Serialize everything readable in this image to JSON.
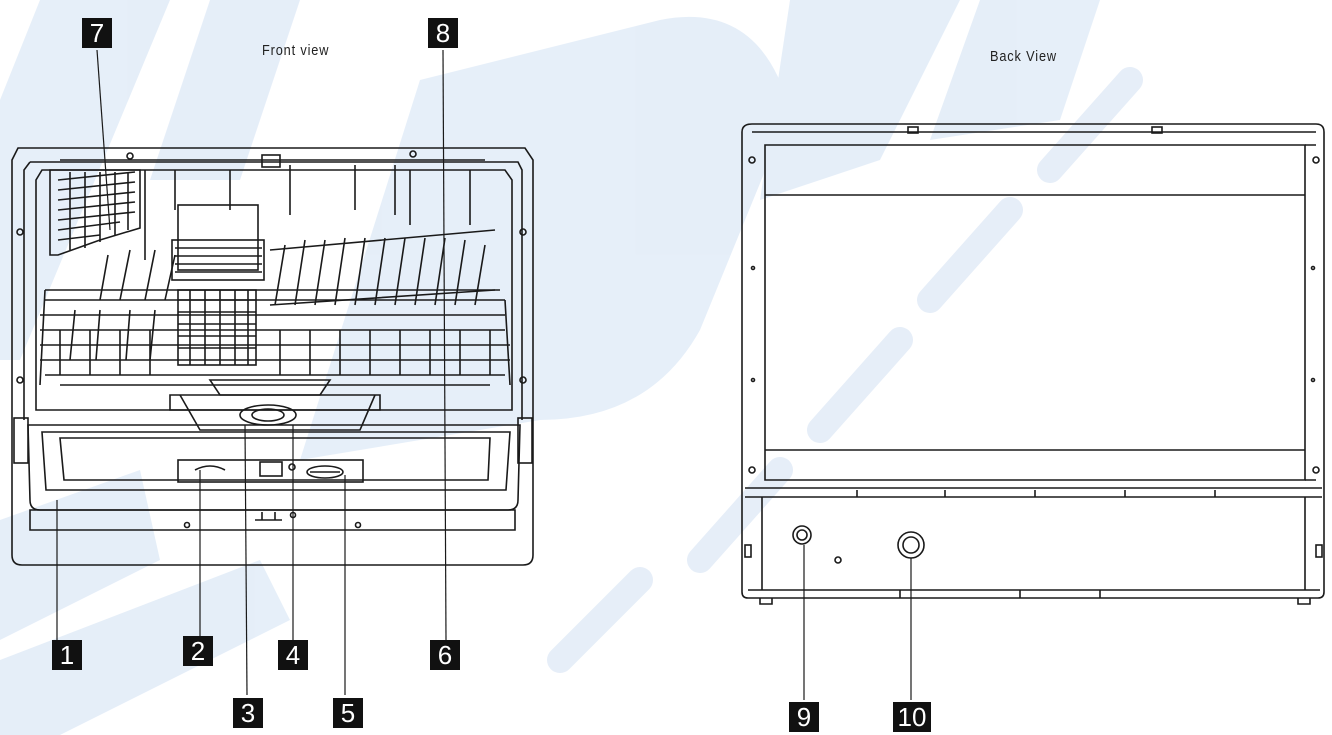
{
  "captions": {
    "front": "Front view",
    "back": "Back  View"
  },
  "callouts": {
    "n1": "1",
    "n2": "2",
    "n3": "3",
    "n4": "4",
    "n5": "5",
    "n6": "6",
    "n7": "7",
    "n8": "8",
    "n9": "9",
    "n10": "10"
  },
  "colors": {
    "line": "#1a1a1a",
    "watermark": "#dbe8f6",
    "label_bg": "#111111"
  }
}
